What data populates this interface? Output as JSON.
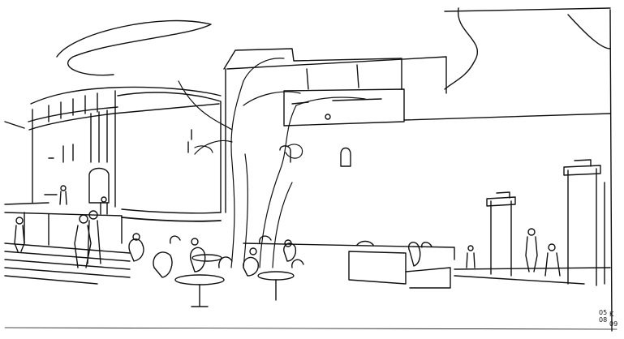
{
  "scene": {
    "kind": "pen sketch",
    "ink_color": "#111111",
    "paper_color": "#ffffff"
  },
  "signature": {
    "date_top": "05",
    "date_bottom": "08",
    "initial": "K",
    "year": "09"
  }
}
